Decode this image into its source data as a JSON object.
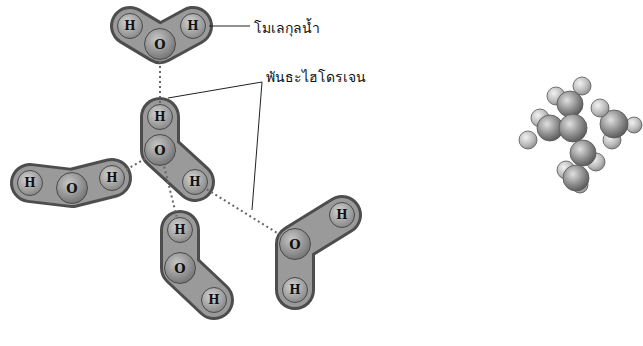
{
  "diagram": {
    "nodes": [
      {
        "text": [
          "H"
        ]
      },
      {
        "text": [
          "O"
        ]
      },
      {
        "text": [
          "H"
        ]
      },
      {
        "text": [
          "H"
        ]
      },
      {
        "text": [
          "O"
        ]
      },
      {
        "text": [
          "H"
        ]
      },
      {
        "text": [
          "H"
        ]
      },
      {
        "text": [
          "O"
        ]
      },
      {
        "text": [
          "H"
        ]
      },
      {
        "text": [
          "H"
        ]
      },
      {
        "text": [
          "O"
        ]
      },
      {
        "text": [
          "H"
        ]
      },
      {
        "text": [
          "H"
        ]
      },
      {
        "text": [
          "O"
        ]
      },
      {
        "text": [
          "H"
        ]
      }
    ],
    "edges": [
      {
        "from": 1,
        "to": 3,
        "arrow": "none"
      },
      {
        "from": 4,
        "to": 8,
        "arrow": "none"
      },
      {
        "from": 4,
        "to": 9,
        "arrow": "none"
      },
      {
        "from": 5,
        "to": 13,
        "arrow": "none"
      }
    ],
    "labels": [
      "โมเลกุลน้ำ",
      "พันธะไฮโดรเจน"
    ]
  }
}
